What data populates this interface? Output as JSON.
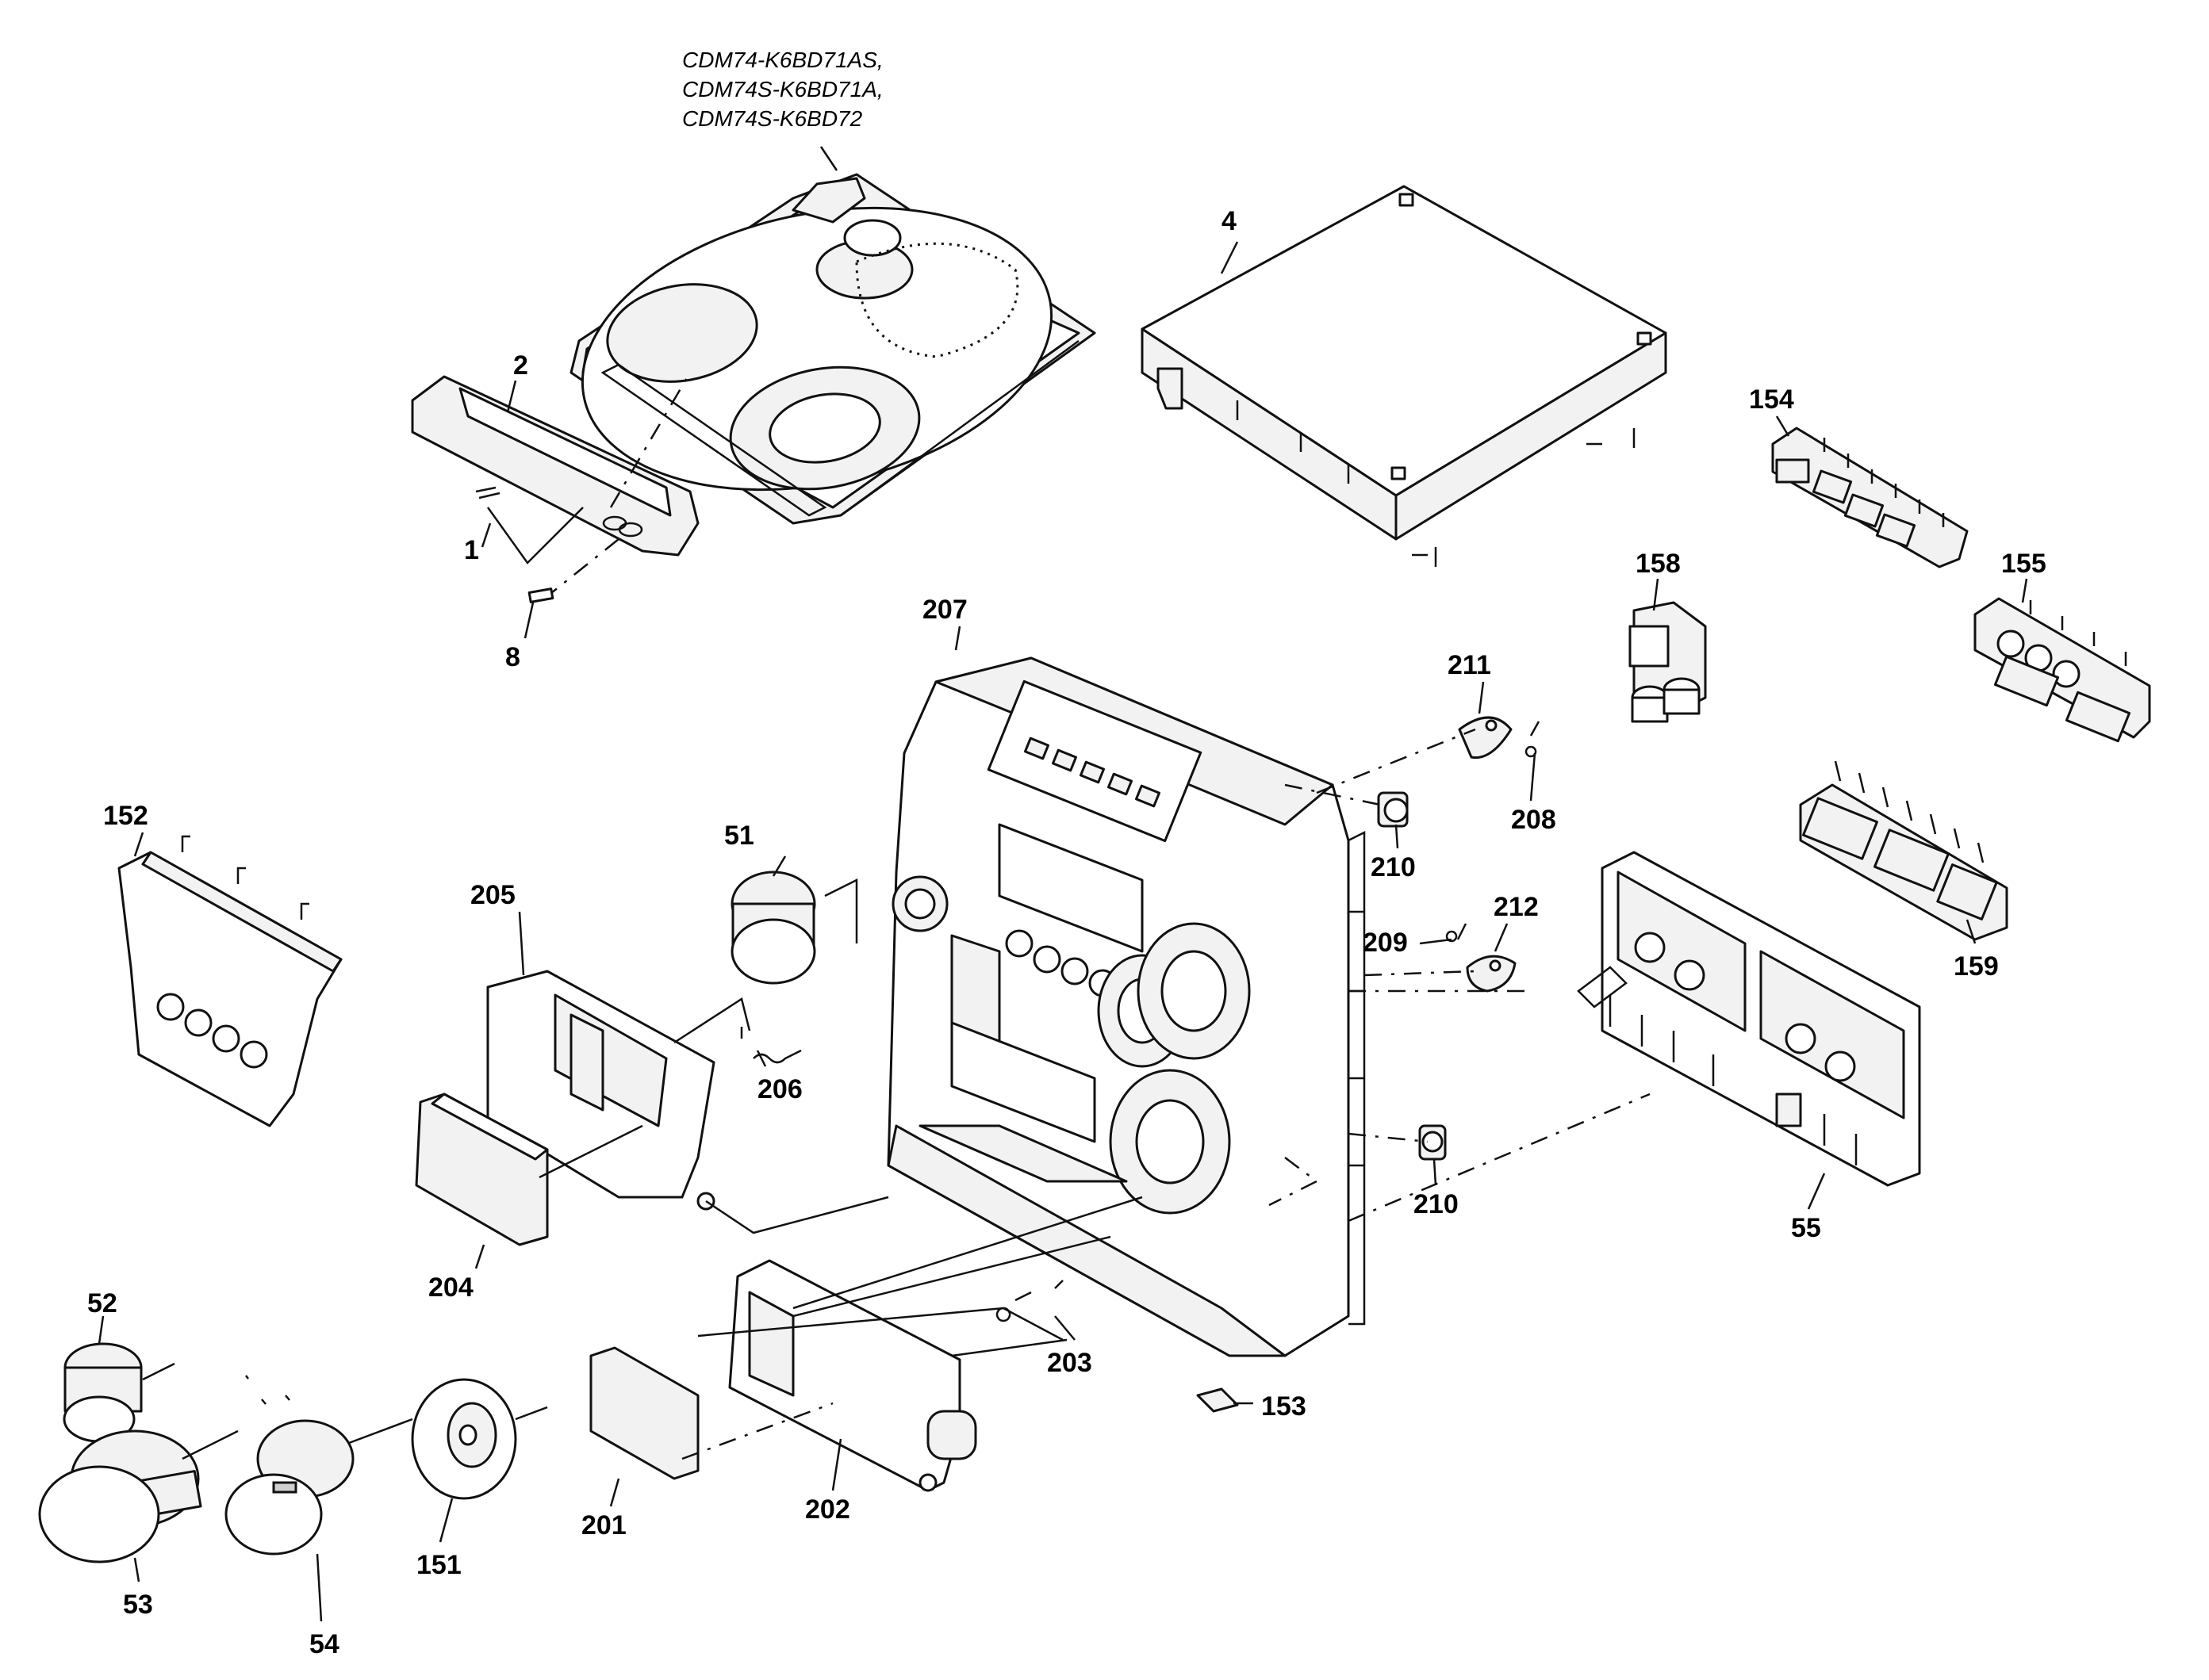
{
  "model_labels": [
    "CDM74-K6BD71AS,",
    "CDM74S-K6BD71A,",
    "CDM74S-K6BD72"
  ],
  "callouts": {
    "p1": "1",
    "p2": "2",
    "p4": "4",
    "p8": "8",
    "p51": "51",
    "p52": "52",
    "p53": "53",
    "p54": "54",
    "p55": "55",
    "p151": "151",
    "p152": "152",
    "p153": "153",
    "p154": "154",
    "p155": "155",
    "p158": "158",
    "p159": "159",
    "p201": "201",
    "p202": "202",
    "p203": "203",
    "p204": "204",
    "p205": "205",
    "p206": "206",
    "p207": "207",
    "p208": "208",
    "p209": "209",
    "p210a": "210",
    "p210b": "210",
    "p211": "211",
    "p212": "212"
  }
}
